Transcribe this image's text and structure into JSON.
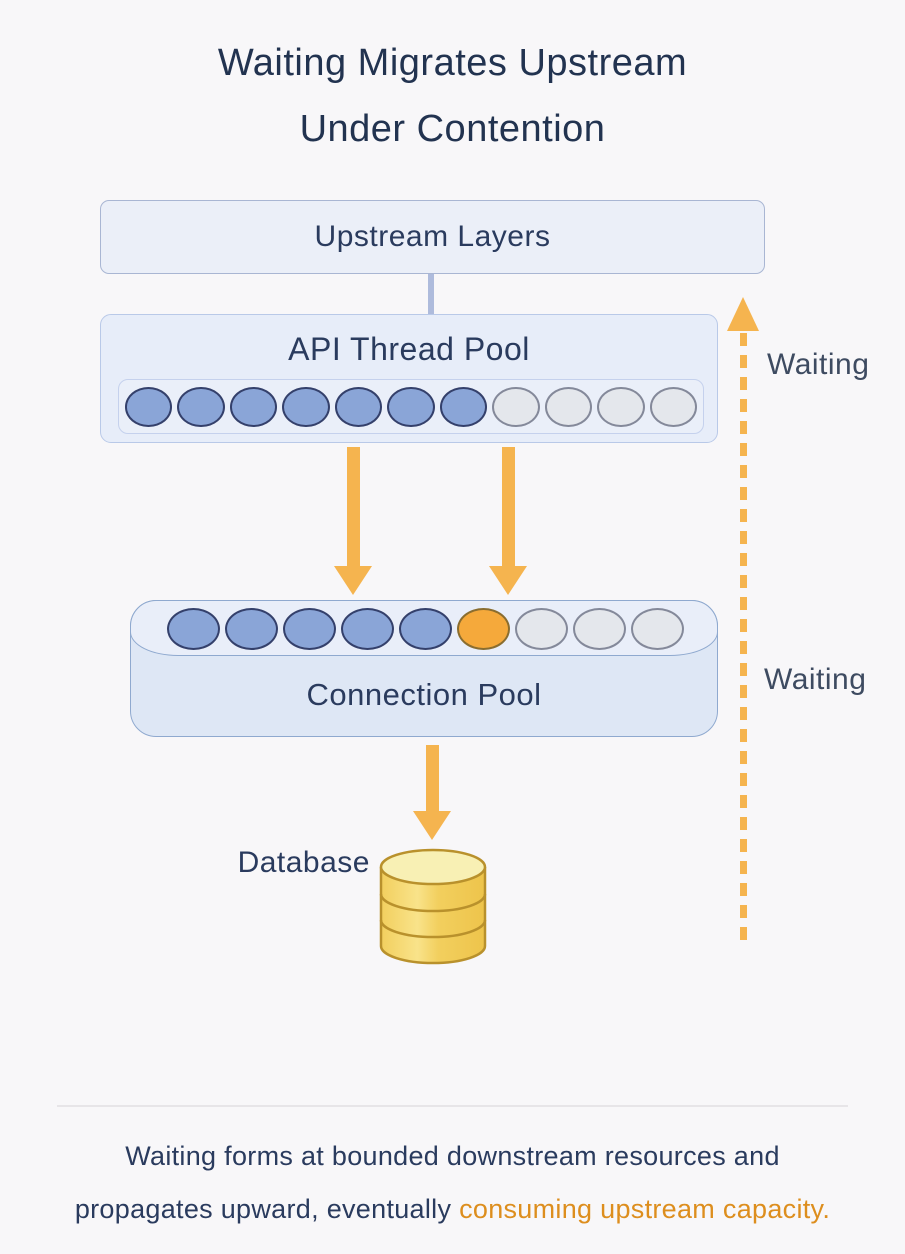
{
  "title": {
    "line1": "Waiting Migrates Upstream",
    "line2": "Under Contention"
  },
  "diagram": {
    "upstream_box": {
      "label": "Upstream Layers"
    },
    "api_pool": {
      "label": "API Thread Pool",
      "slots": [
        "busy",
        "busy",
        "busy",
        "busy",
        "busy",
        "busy",
        "busy",
        "idle",
        "idle",
        "idle",
        "idle"
      ],
      "busy_count": 7,
      "idle_count": 4
    },
    "connection_pool": {
      "label": "Connection Pool",
      "slots": [
        "busy",
        "busy",
        "busy",
        "busy",
        "busy",
        "contended",
        "idle",
        "idle",
        "idle"
      ],
      "busy_count": 5,
      "contended_count": 1,
      "idle_count": 3
    },
    "database": {
      "label": "Database"
    },
    "waiting_arrow": {
      "label_top": "Waiting",
      "label_bottom": "Waiting",
      "direction": "up",
      "style": "dashed"
    }
  },
  "caption": {
    "line1": "Waiting forms at bounded downstream resources and",
    "line2_normal": "propagates upward, eventually ",
    "line2_highlight": "consuming upstream capacity."
  },
  "colors": {
    "bg": "#F8F7F9",
    "title_color": "#223350",
    "text_color": "#2A3B5E",
    "waiting_text": "#3E4B61",
    "accent_orange": "#F5B44F",
    "caption_highlight": "#DD8E1E",
    "box_fill": "#EBEFF8",
    "box_border": "#A9B6D3",
    "api_fill": "#E7EDF9",
    "api_border": "#B9C9E8",
    "inner_fill": "#EAEFF9",
    "inner_border": "#C5D1ED",
    "conn_fill": "#DEE7F5",
    "conn_lid_fill": "#E9EEF9",
    "conn_border": "#8FA9CF",
    "slot_busy": "#8AA5D7",
    "slot_busy_border": "#34406B",
    "slot_idle": "#E4E7EC",
    "slot_idle_border": "#84899A",
    "slot_contended": "#F5A93B",
    "slot_contended_border": "#8A6D2F",
    "connector": "#AEBBDC",
    "divider": "#E7E5E8",
    "db_stroke": "#B9912C",
    "db_top_fill": "#F8F0B4",
    "db_body_fill": "#F2CF5E",
    "db_body_light": "#F9E38A"
  }
}
